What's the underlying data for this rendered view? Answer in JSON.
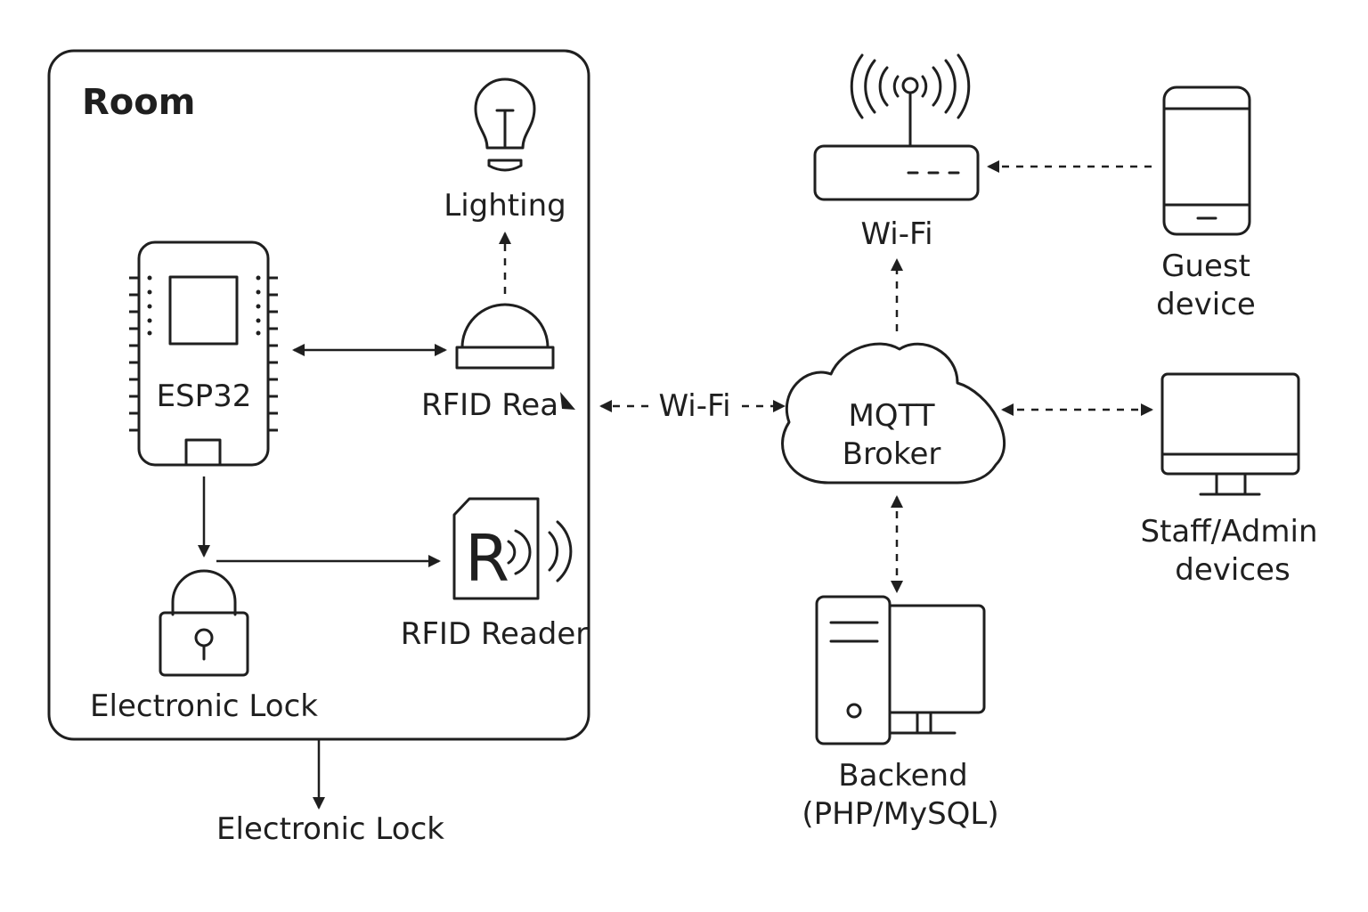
{
  "room": {
    "title": "Room"
  },
  "lighting": {
    "label": "Lighting"
  },
  "esp32": {
    "label": "ESP32"
  },
  "rfid_sensor": {
    "label": "RFID Rea"
  },
  "lock_inside": {
    "label": "Electronic Lock"
  },
  "rfid_reader": {
    "label": "RFID Reader",
    "glyph": "R"
  },
  "lock_outside": {
    "label": "Electronic Lock"
  },
  "wifi_link": {
    "label": "Wi-Fi"
  },
  "router": {
    "label": "Wi-Fi"
  },
  "broker": {
    "line1": "MQTT",
    "line2": "Broker"
  },
  "guest": {
    "line1": "Guest",
    "line2": "device"
  },
  "staff": {
    "line1": "Staff/Admin",
    "line2": "devices"
  },
  "backend": {
    "line1": "Backend",
    "line2": "(PHP/MySQL)"
  },
  "colors": {
    "line": "#1f1f1f",
    "background": "#ffffff"
  }
}
